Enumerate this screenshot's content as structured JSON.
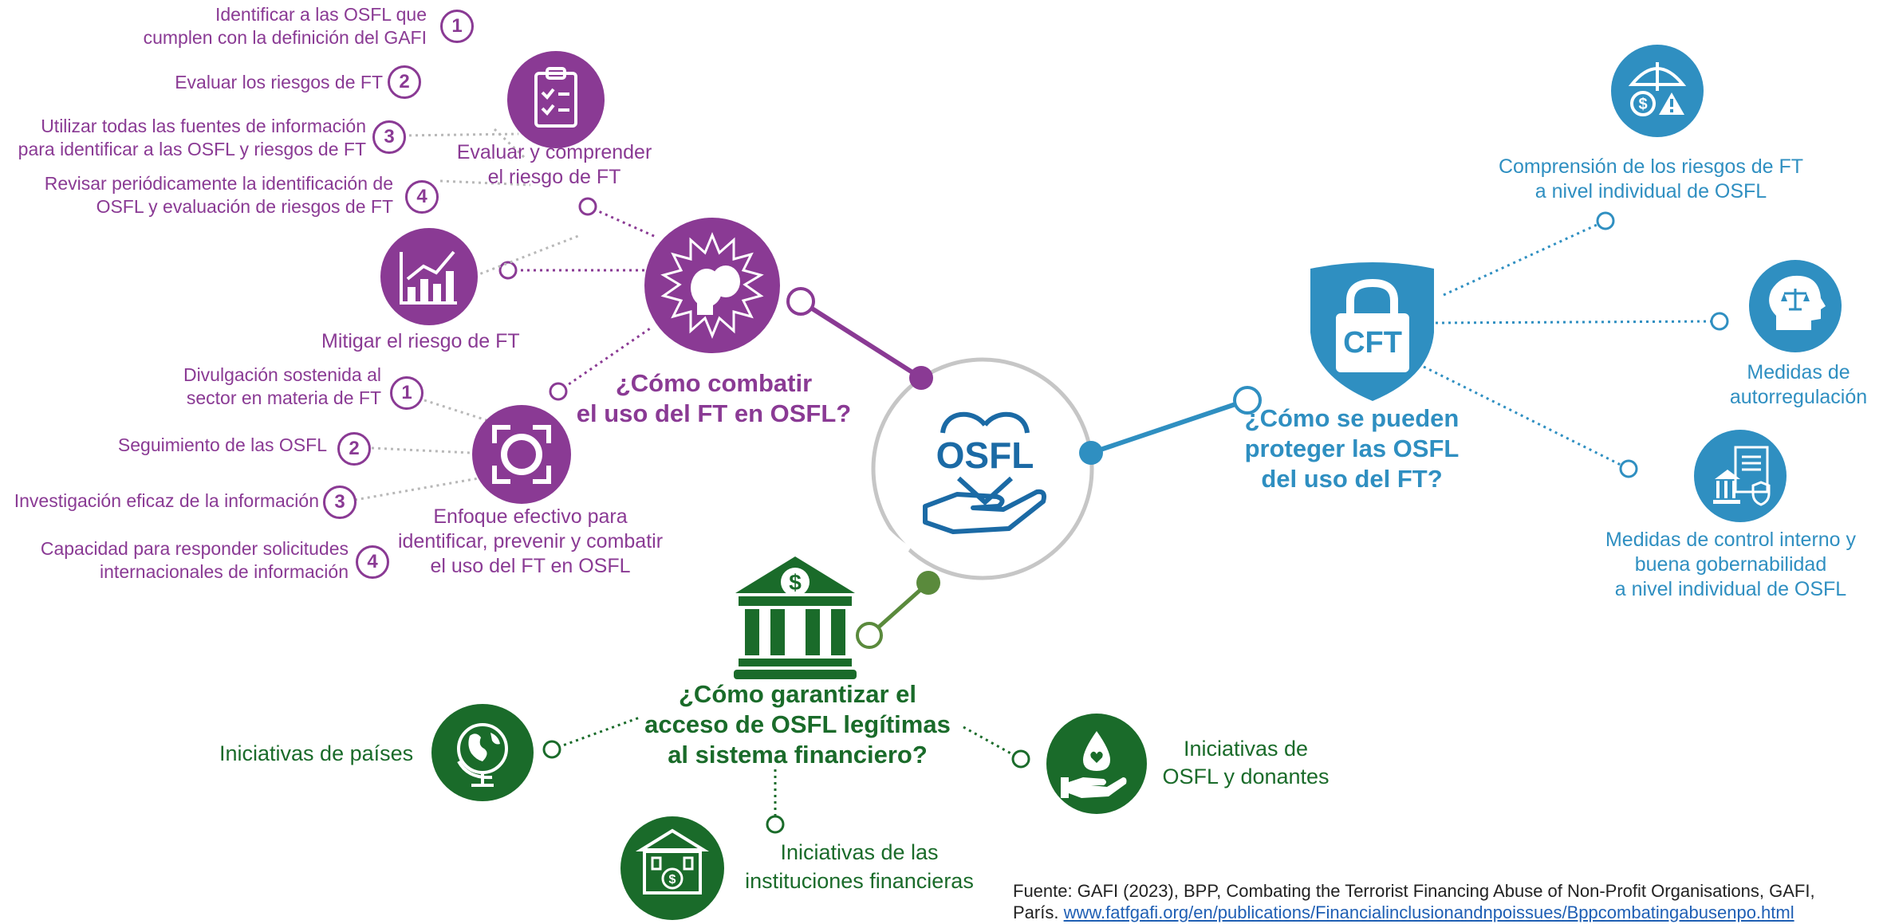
{
  "center": {
    "label": "OSFL"
  },
  "combat": {
    "title_line1": "¿Cómo combatir",
    "title_line2": "el uso del FT en OSFL?",
    "evaluate": {
      "title_line1": "Evaluar y comprender",
      "title_line2": "el riesgo de FT",
      "items": [
        {
          "num": "1",
          "line1": "Identificar a las OSFL que",
          "line2": "cumplen con la definición del GAFI"
        },
        {
          "num": "2",
          "line1": "Evaluar los riesgos de FT",
          "line2": ""
        },
        {
          "num": "3",
          "line1": "Utilizar  todas  las  fuentes  de  información",
          "line2": "para identificar a las OSFL y  riesgos de FT"
        },
        {
          "num": "4",
          "line1": "Revisar periódicamente la identificación de",
          "line2": "OSFL y  evaluación de riesgos de FT"
        }
      ]
    },
    "mitigate": {
      "title": "Mitigar el riesgo de FT"
    },
    "approach": {
      "title_line1": "Enfoque efectivo para",
      "title_line2": "identificar, prevenir y combatir",
      "title_line3": "el uso del FT en OSFL",
      "items": [
        {
          "num": "1",
          "line1": "Divulgación sostenida al",
          "line2": "sector en materia de FT"
        },
        {
          "num": "2",
          "line1": "Seguimiento de las OSFL",
          "line2": ""
        },
        {
          "num": "3",
          "line1": "Investigación eficaz de la información",
          "line2": ""
        },
        {
          "num": "4",
          "line1": "Capacidad para responder solicitudes",
          "line2": "internacionales de información"
        }
      ]
    }
  },
  "protect": {
    "shield_label": "CFT",
    "title_line1": "¿Cómo se pueden",
    "title_line2": "proteger las  OSFL",
    "title_line3": "del uso del FT?",
    "risk_line1": "Comprensión de los riesgos de FT",
    "risk_line2": "a nivel individual de OSFL",
    "selfreg_line1": "Medidas de",
    "selfreg_line2": "autorregulación",
    "control_line1": "Medidas de control interno y",
    "control_line2": "buena gobernabilidad",
    "control_line3": "a nivel individual de OSFL"
  },
  "access": {
    "title_line1": "¿Cómo garantizar el",
    "title_line2": "acceso de OSFL legítimas",
    "title_line3": "al sistema financiero?",
    "countries": "Iniciativas de países",
    "institutions_line1": "Iniciativas de las",
    "institutions_line2": "instituciones financieras",
    "donors_line1": "Iniciativas de",
    "donors_line2": "OSFL y donantes"
  },
  "source": {
    "line1": "Fuente:  GAFI (2023), BPP, Combating the Terrorist Financing Abuse of Non-Profit Organisations, GAFI,",
    "line2_prefix": "París.",
    "line2_link": "www.fatfgafi.org/en/publications/Financialinclusionandnpoissues/Bppcombatingabusenpo.html"
  },
  "colors": {
    "purple": "#8a3a94",
    "blue": "#2f8fc1",
    "green": "#1a6b2a",
    "gray": "#c6c6c6"
  },
  "icons": [
    "clipboard-icon",
    "chart-icon",
    "boxing-glove-icon",
    "focus-target-icon",
    "umbrella-risk-icon",
    "head-scale-icon",
    "building-document-icon",
    "bank-icon",
    "globe-icon",
    "institution-icon",
    "hand-heart-icon",
    "shield-lock-icon",
    "heart-hand-icon"
  ]
}
